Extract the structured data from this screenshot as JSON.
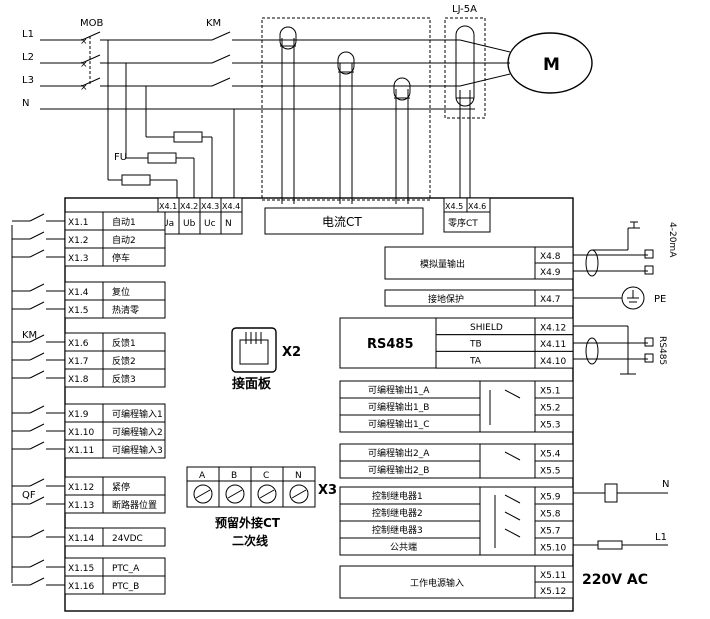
{
  "lines": {
    "L1": "L1",
    "L2": "L2",
    "L3": "L3",
    "N": "N"
  },
  "breaker_label": "MOB",
  "contactor_label": "KM",
  "fuse_label": "FU",
  "ct_label": "LJ-5A",
  "motor_label": "M",
  "voltage_terminals": [
    {
      "id": "X4.1",
      "label": "Ua"
    },
    {
      "id": "X4.2",
      "label": "Ub"
    },
    {
      "id": "X4.3",
      "label": "Uc"
    },
    {
      "id": "X4.4",
      "label": "N"
    }
  ],
  "current_ct_label": "电流CT",
  "zero_seq": {
    "ids": [
      "X4.5",
      "X4.6"
    ],
    "label": "零序CT"
  },
  "left_terminals": [
    {
      "id": "X1.1",
      "label": "自动1"
    },
    {
      "id": "X1.2",
      "label": "自动2"
    },
    {
      "id": "X1.3",
      "label": "停车"
    },
    {
      "id": "X1.4",
      "label": "复位"
    },
    {
      "id": "X1.5",
      "label": "热清零"
    },
    {
      "id": "X1.6",
      "label": "反馈1"
    },
    {
      "id": "X1.7",
      "label": "反馈2"
    },
    {
      "id": "X1.8",
      "label": "反馈3"
    },
    {
      "id": "X1.9",
      "label": "可编程输入1"
    },
    {
      "id": "X1.10",
      "label": "可编程输入2"
    },
    {
      "id": "X1.11",
      "label": "可编程输入3"
    },
    {
      "id": "X1.12",
      "label": "紧停"
    },
    {
      "id": "X1.13",
      "label": "断路器位置"
    },
    {
      "id": "X1.14",
      "label": "24VDC"
    },
    {
      "id": "X1.15",
      "label": "PTC_A"
    },
    {
      "id": "X1.16",
      "label": "PTC_B"
    }
  ],
  "left_labels": {
    "km": "KM",
    "qf": "QF"
  },
  "x2": {
    "label": "X2",
    "caption": "接面板"
  },
  "x3": {
    "label": "X3",
    "cols": [
      "A",
      "B",
      "C",
      "N"
    ],
    "caption1": "预留外接CT",
    "caption2": "二次线"
  },
  "analog": {
    "label": "模拟量输出",
    "ids": [
      "X4.8",
      "X4.9"
    ],
    "ext": "4-20mA"
  },
  "ground": {
    "label": "接地保护",
    "id": "X4.7",
    "ext": "PE"
  },
  "rs485": {
    "label": "RS485",
    "rows": [
      {
        "sig": "SHIELD",
        "id": "X4.12"
      },
      {
        "sig": "TB",
        "id": "X4.11"
      },
      {
        "sig": "TA",
        "id": "X4.10"
      }
    ],
    "ext": "RS485"
  },
  "prog_out1": [
    {
      "label": "可编程输出1_A",
      "id": "X5.1"
    },
    {
      "label": "可编程输出1_B",
      "id": "X5.2"
    },
    {
      "label": "可编程输出1_C",
      "id": "X5.3"
    }
  ],
  "prog_out2": [
    {
      "label": "可编程输出2_A",
      "id": "X5.4"
    },
    {
      "label": "可编程输出2_B",
      "id": "X5.5"
    }
  ],
  "relays": [
    {
      "label": "控制继电器1",
      "id": "X5.9"
    },
    {
      "label": "控制继电器2",
      "id": "X5.8"
    },
    {
      "label": "控制继电器3",
      "id": "X5.7"
    },
    {
      "label": "公共端",
      "id": "X5.10"
    }
  ],
  "relay_ext": {
    "n": "N",
    "l1": "L1"
  },
  "power": {
    "label": "工作电源输入",
    "ids": [
      "X5.11",
      "X5.12"
    ],
    "ext": "220V  AC"
  }
}
